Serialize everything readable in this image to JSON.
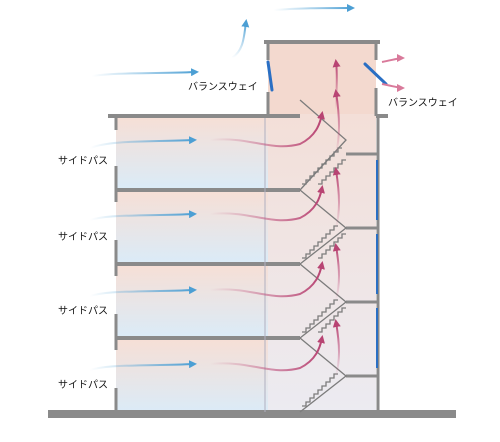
{
  "labels": {
    "balance_way_left": "バランスウェイ",
    "balance_way_right": "バランスウェイ",
    "side_pass_1": "サイドパス",
    "side_pass_2": "サイドパス",
    "side_pass_3": "サイドパス",
    "side_pass_4": "サイドパス"
  },
  "colors": {
    "structure": "#8a8a8a",
    "cool_air": "#5aa8d8",
    "warm_air": "#c04a78",
    "window": "#2a6fc4",
    "floor_cool": "#dcecf7",
    "floor_warm": "#f5ddd5"
  }
}
